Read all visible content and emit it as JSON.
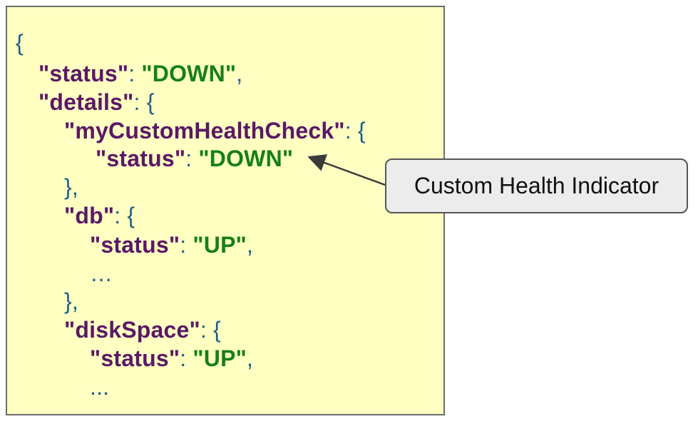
{
  "json_lines": [
    {
      "tokens": [
        {
          "t": "{",
          "c": "punct"
        }
      ]
    },
    {
      "tokens": [
        {
          "t": "\"status\"",
          "c": "key"
        },
        {
          "t": ": ",
          "c": "punct"
        },
        {
          "t": "\"DOWN\"",
          "c": "str"
        },
        {
          "t": ",",
          "c": "punct"
        }
      ]
    },
    {
      "tokens": [
        {
          "t": "\"details\"",
          "c": "key"
        },
        {
          "t": ": {",
          "c": "punct"
        }
      ]
    },
    {
      "tokens": [
        {
          "t": "\"myCustomHealthCheck\"",
          "c": "key"
        },
        {
          "t": ": {",
          "c": "punct"
        }
      ]
    },
    {
      "tokens": [
        {
          "t": "\"status\"",
          "c": "key"
        },
        {
          "t": ": ",
          "c": "punct"
        },
        {
          "t": "\"DOWN\"",
          "c": "str"
        }
      ]
    },
    {
      "tokens": [
        {
          "t": "},",
          "c": "punct"
        }
      ]
    },
    {
      "tokens": [
        {
          "t": "\"db\"",
          "c": "key"
        },
        {
          "t": ": {",
          "c": "punct"
        }
      ]
    },
    {
      "tokens": [
        {
          "t": "\"status\"",
          "c": "key"
        },
        {
          "t": ": ",
          "c": "punct"
        },
        {
          "t": "\"UP\"",
          "c": "str"
        },
        {
          "t": ",",
          "c": "punct"
        }
      ]
    },
    {
      "tokens": [
        {
          "t": "…",
          "c": "ellipsis"
        }
      ]
    },
    {
      "tokens": [
        {
          "t": "},",
          "c": "punct"
        }
      ]
    },
    {
      "tokens": [
        {
          "t": "\"diskSpace\"",
          "c": "key"
        },
        {
          "t": ": {",
          "c": "punct"
        }
      ]
    },
    {
      "tokens": [
        {
          "t": "\"status\"",
          "c": "key"
        },
        {
          "t": ": ",
          "c": "punct"
        },
        {
          "t": "\"UP\"",
          "c": "str"
        },
        {
          "t": ",",
          "c": "punct"
        }
      ]
    },
    {
      "tokens": [
        {
          "t": "...",
          "c": "ellipsis"
        }
      ]
    }
  ],
  "callout": {
    "label": "Custom Health Indicator"
  },
  "colors": {
    "panel_background": "#ffffc2",
    "key": "#5a1866",
    "string": "#168016",
    "punctuation": "#1b5e8c",
    "callout_background": "#ececec"
  }
}
